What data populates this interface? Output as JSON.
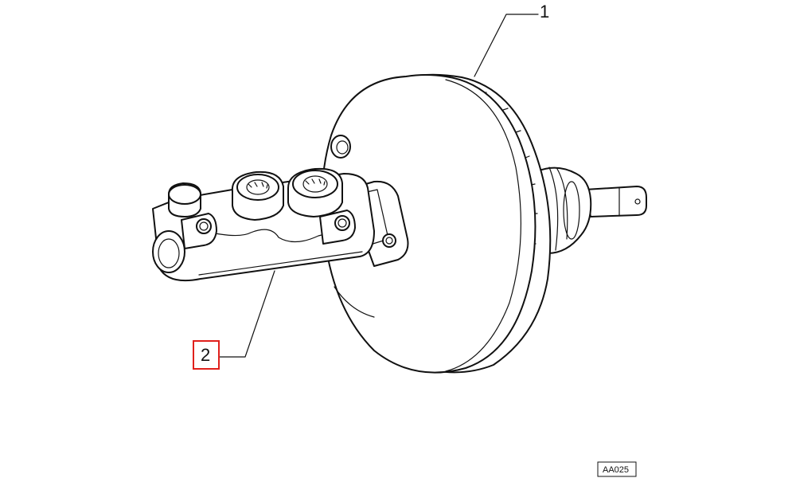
{
  "callouts": {
    "booster": {
      "number": "1"
    },
    "master_cylinder": {
      "number": "2",
      "highlight_color": "#e0201c"
    }
  },
  "reference_code": "AA025",
  "colors": {
    "ink": "#111111",
    "background": "#ffffff",
    "highlight": "#e0201c"
  },
  "icons": {
    "booster": "vacuum-brake-booster-drawing",
    "master_cylinder": "brake-master-cylinder-drawing"
  }
}
